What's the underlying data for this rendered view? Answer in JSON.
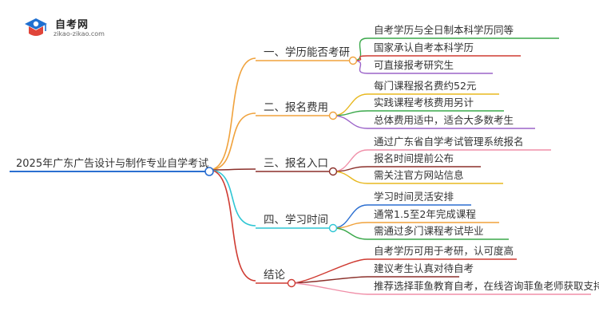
{
  "logo": {
    "title": "自考网",
    "url": "zikao-zikao.com"
  },
  "root": "2025年广东广告设计与制作专业自学考试",
  "branches": [
    {
      "label": "一、学历能否考研",
      "color": "#f0a23c",
      "leaves": [
        {
          "text": "自考学历与全日制本科学历同等",
          "color": "#3aa84a"
        },
        {
          "text": "国家承认自考本科学历",
          "color": "#cf3b32"
        },
        {
          "text": "可直接报考研究生",
          "color": "#9b63c9"
        }
      ]
    },
    {
      "label": "二、报名费用",
      "color": "#f0a23c",
      "leaves": [
        {
          "text": "每门课程报名费约52元",
          "color": "#e8b81f"
        },
        {
          "text": "实践课程考核费用另计",
          "color": "#3aa84a"
        },
        {
          "text": "总体费用适中，适合大多数考生",
          "color": "#9b63c9"
        }
      ]
    },
    {
      "label": "三、报名入口",
      "color": "#8b2f2a",
      "leaves": [
        {
          "text": "通过广东省自学考试管理系统报名",
          "color": "#f08fa8"
        },
        {
          "text": "报名时间提前公布",
          "color": "#8b2f2a"
        },
        {
          "text": "需关注官方网站信息",
          "color": "#e8b81f"
        }
      ]
    },
    {
      "label": "四、学习时间",
      "color": "#2fc6d4",
      "leaves": [
        {
          "text": "学习时间灵活安排",
          "color": "#2b6fd1"
        },
        {
          "text": "通常1.5至2年完成课程",
          "color": "#f0a23c"
        },
        {
          "text": "需通过多门课程考试毕业",
          "color": "#3aa84a"
        }
      ]
    },
    {
      "label": "结论",
      "color": "#cf3b32",
      "leaves": [
        {
          "text": "自考学历可用于考研，认可度高",
          "color": "#cf3b32"
        },
        {
          "text": "建议考生认真对待自考",
          "color": "#8b2f2a"
        },
        {
          "text": "推荐选择菲鱼教育自考，在线咨询菲鱼老师获取支持",
          "color": "#f08fa8"
        }
      ]
    }
  ],
  "colors": {
    "root_line": "#2b6fd1",
    "node_fill": "#ffffff"
  }
}
